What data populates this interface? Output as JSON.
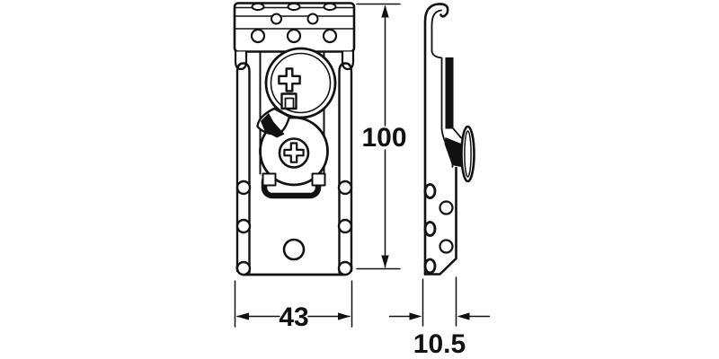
{
  "page": {
    "background_color": "#ffffff",
    "line_color": "#111111"
  },
  "drawing": {
    "type": "technical-drawing",
    "views": {
      "front": {
        "name": "front-elevation",
        "parts": [
          "mounting-plate",
          "top-slot-holes",
          "screw-holes",
          "hanging-ears",
          "side-rails",
          "cam-disc",
          "cam-cross-hole",
          "cam-square-hole",
          "phillips-adjustment-screw",
          "stirrup-handle",
          "rail-holes",
          "bottom-hole"
        ]
      },
      "side": {
        "name": "side-profile",
        "parts": [
          "top-hook",
          "cam-housing-edge",
          "screw-head-edge",
          "plate-holes",
          "chamfered-bottom"
        ]
      }
    },
    "dimensions": {
      "height": {
        "value": "100"
      },
      "width": {
        "value": "43"
      },
      "depth": {
        "value": "10.5"
      }
    }
  }
}
